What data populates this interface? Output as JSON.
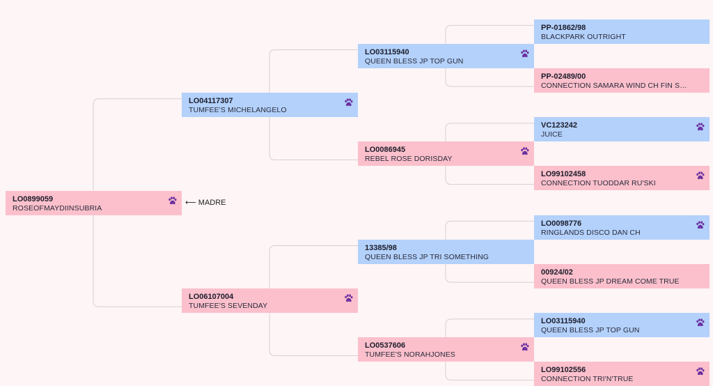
{
  "colors": {
    "male": "#b3d1fb",
    "female": "#fbc0cc",
    "paw_icon": "#6b2fa0",
    "connector": "#d8cfd2",
    "background": "#fdf5f6"
  },
  "subject_annotation": "MADRE",
  "subject_annotation_icon": "arrow-left-icon",
  "nodes": [
    {
      "id": "s",
      "gen": 0,
      "sex": "f",
      "code": "LO0899059",
      "name": "ROSEOFMAYDIINSUBRIA",
      "paw": true
    },
    {
      "id": "p",
      "gen": 1,
      "sex": "m",
      "code": "LO04117307",
      "name": "TUMFEE'S MICHELANGELO",
      "paw": true
    },
    {
      "id": "m",
      "gen": 1,
      "sex": "f",
      "code": "LO06107004",
      "name": "TUMFEE'S SEVENDAY",
      "paw": true
    },
    {
      "id": "pp",
      "gen": 2,
      "sex": "m",
      "code": "LO03115940",
      "name": "QUEEN BLESS JP TOP GUN",
      "paw": true
    },
    {
      "id": "pm",
      "gen": 2,
      "sex": "f",
      "code": "LO0086945",
      "name": "REBEL ROSE DORISDAY",
      "paw": true
    },
    {
      "id": "mp",
      "gen": 2,
      "sex": "m",
      "code": "13385/98",
      "name": "QUEEN BLESS JP TRI SOMETHING",
      "paw": false
    },
    {
      "id": "mm",
      "gen": 2,
      "sex": "f",
      "code": "LO0537606",
      "name": "TUMFEE'S NORAHJONES",
      "paw": true
    },
    {
      "id": "ppp",
      "gen": 3,
      "sex": "m",
      "code": "PP-01862/98",
      "name": "BLACKPARK OUTRIGHT",
      "paw": false
    },
    {
      "id": "ppm",
      "gen": 3,
      "sex": "f",
      "code": "PP-02489/00",
      "name": "CONNECTION SAMARA WIND CH FIN SH CH J...",
      "paw": false
    },
    {
      "id": "pmp",
      "gen": 3,
      "sex": "m",
      "code": "VC123242",
      "name": "JUICE",
      "paw": true
    },
    {
      "id": "pmm",
      "gen": 3,
      "sex": "f",
      "code": "LO99102458",
      "name": "CONNECTION TUODDAR RU'SKI",
      "paw": true
    },
    {
      "id": "mpp",
      "gen": 3,
      "sex": "m",
      "code": "LO0098776",
      "name": "RINGLANDS DISCO DAN CH",
      "paw": true
    },
    {
      "id": "mpm",
      "gen": 3,
      "sex": "f",
      "code": "00924/02",
      "name": "QUEEN BLESS JP DREAM COME TRUE",
      "paw": false
    },
    {
      "id": "mmp",
      "gen": 3,
      "sex": "m",
      "code": "LO03115940",
      "name": "QUEEN BLESS JP TOP GUN",
      "paw": true
    },
    {
      "id": "mmm",
      "gen": 3,
      "sex": "f",
      "code": "LO99102556",
      "name": "CONNECTION TRI'N'TRUE",
      "paw": true
    }
  ]
}
